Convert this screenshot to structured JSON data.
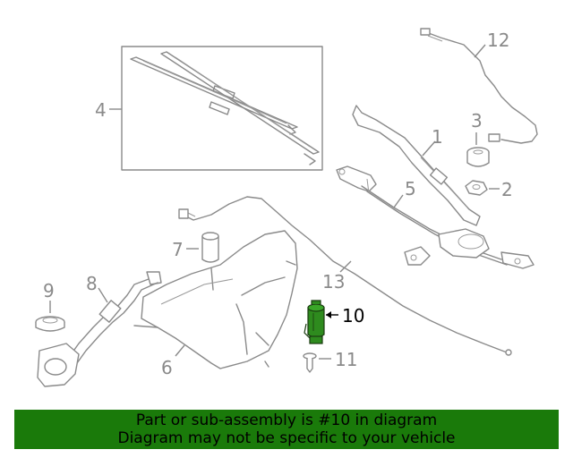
{
  "callouts": {
    "c1": "1",
    "c2": "2",
    "c3": "3",
    "c4": "4",
    "c5": "5",
    "c6": "6",
    "c7": "7",
    "c8": "8",
    "c9": "9",
    "c10": "10",
    "c11": "11",
    "c12": "12",
    "c13": "13"
  },
  "highlight_color": "#2e8b1e",
  "banner": {
    "line1": "Part or sub-assembly is #10 in diagram",
    "line2": "Diagram may not be specific to your vehicle",
    "background": "#1a7a0a"
  }
}
